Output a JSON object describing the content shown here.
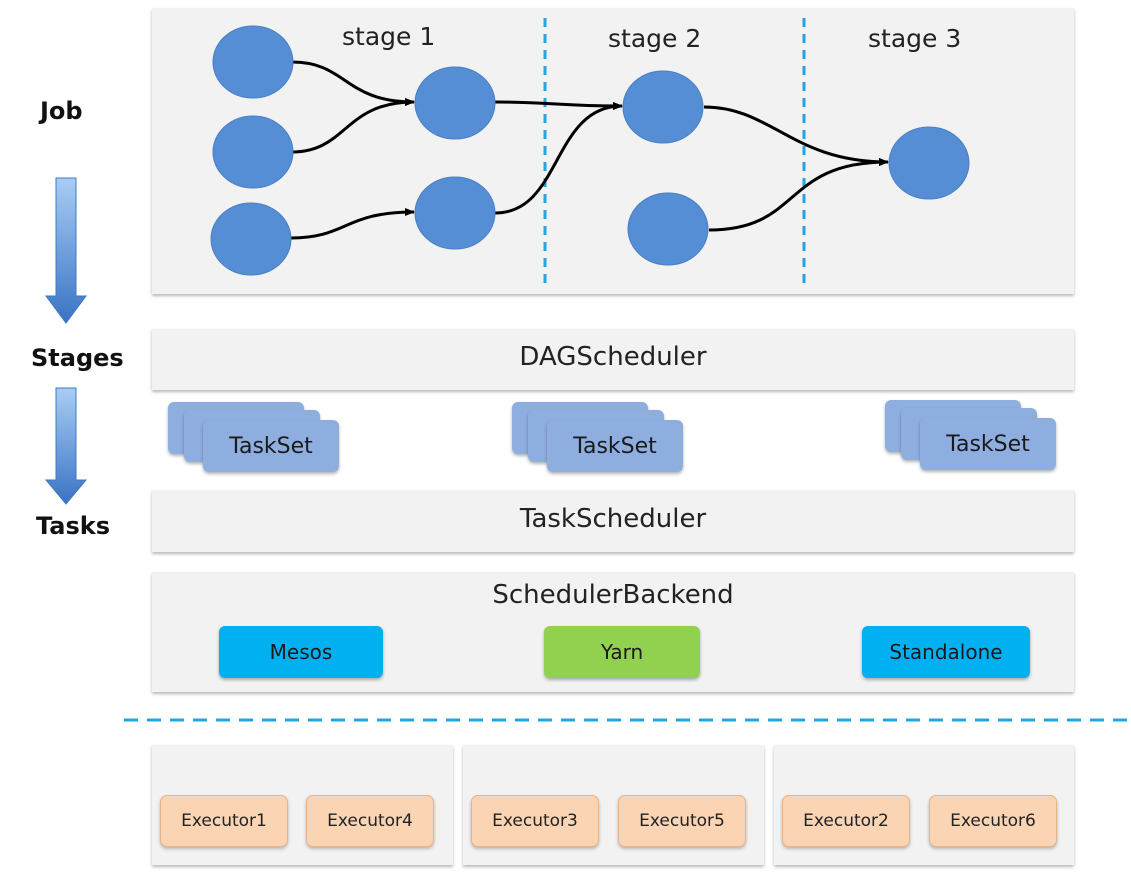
{
  "side_labels": {
    "job": "Job",
    "stages": "Stages",
    "tasks": "Tasks"
  },
  "job_panel": {
    "stages": [
      "stage 1",
      "stage 2",
      "stage 3"
    ]
  },
  "dag_scheduler": {
    "label": "DAGScheduler"
  },
  "tasksets": [
    "TaskSet",
    "TaskSet",
    "TaskSet"
  ],
  "task_scheduler": {
    "label": "TaskScheduler"
  },
  "scheduler_backend": {
    "label": "SchedulerBackend",
    "options": [
      {
        "label": "Mesos",
        "color": "#00b0f0"
      },
      {
        "label": "Yarn",
        "color": "#92d050"
      },
      {
        "label": "Standalone",
        "color": "#00b0f0"
      }
    ]
  },
  "executor_groups": [
    [
      "Executor1",
      "Executor4"
    ],
    [
      "Executor3",
      "Executor5"
    ],
    [
      "Executor2",
      "Executor6"
    ]
  ],
  "colors": {
    "node_fill": "#558ed5",
    "divider": "#1fa7e0",
    "arrow_light": "#9cc3f0",
    "arrow_dark": "#3a73c4"
  }
}
